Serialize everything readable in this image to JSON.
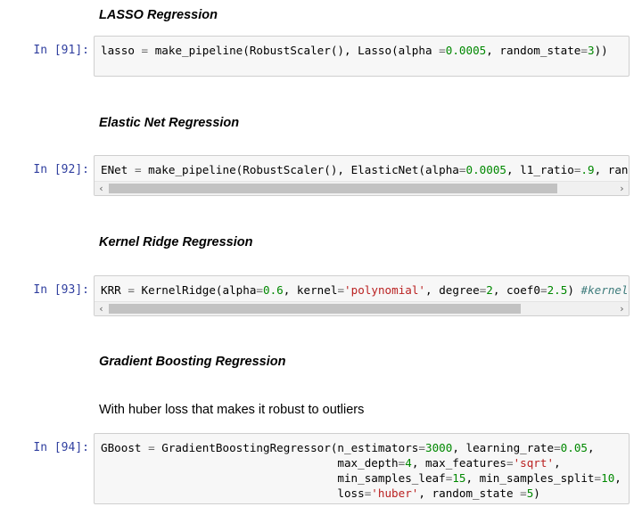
{
  "headings": {
    "lasso": "LASSO Regression",
    "enet": "Elastic Net Regression",
    "krr": "Kernel Ridge Regression",
    "gboost": "Gradient Boosting Regression"
  },
  "notes": {
    "huber": "With huber loss that makes it robust to outliers"
  },
  "cells": {
    "c91": {
      "prompt": "In [91]:",
      "tokens": [
        "lasso",
        " ",
        "=",
        " make_pipeline(RobustScaler(), Lasso(alpha ",
        "=",
        "0.0005",
        ", random_state",
        "=",
        "3",
        "))"
      ]
    },
    "c92": {
      "prompt": "In [92]:",
      "tokens": [
        "ENet",
        " ",
        "=",
        " make_pipeline(RobustScaler(), ElasticNet(alpha",
        "=",
        "0.0005",
        ", l1_ratio",
        "=",
        ".9",
        ", random"
      ]
    },
    "c93": {
      "prompt": "In [93]:",
      "tokens": [
        "KRR",
        " ",
        "=",
        " KernelRidge(alpha",
        "=",
        "0.6",
        ", kernel",
        "=",
        "'polynomial'",
        ", degree",
        "=",
        "2",
        ", coef0",
        "=",
        "2.5",
        ") ",
        "#kernel ="
      ]
    },
    "c94": {
      "prompt": "In [94]:",
      "line1": [
        "GBoost",
        " ",
        "=",
        " GradientBoostingRegressor(n_estimators",
        "=",
        "3000",
        ", learning_rate",
        "=",
        "0.05",
        ","
      ],
      "line2": [
        "                                   max_depth",
        "=",
        "4",
        ", max_features",
        "=",
        "'sqrt'",
        ","
      ],
      "line3": [
        "                                   min_samples_leaf",
        "=",
        "15",
        ", min_samples_split",
        "=",
        "10",
        ","
      ],
      "line4": [
        "                                   loss",
        "=",
        "'huber'",
        ", random_state ",
        "=",
        "5",
        ")"
      ]
    }
  },
  "scrollbar": {
    "left_arrow": "‹",
    "right_arrow": "›"
  }
}
